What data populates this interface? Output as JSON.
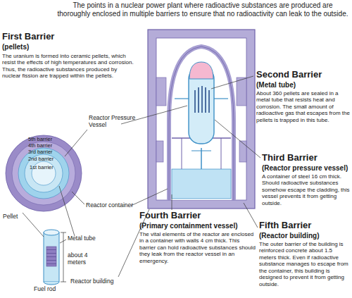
{
  "diagram": {
    "title": "The points in a nuclear power plant where radioactive substances are produced are thoroughly enclosed in multiple barriers to ensure that no radioactivity can leak to the outside.",
    "labels": [
      "First Barrier",
      "(pellets)",
      "The uranium is formed into ceramic pellets, which resist the effects of high temperatures and corrosion. Thus, the radioactive substances produced by nuclear fission are trapped within the pellets.",
      "Second Barrier",
      "(Metal tube)",
      "About 360 pellets are sealed in a metal tube that resists heat and corrosion. The small amount of radioactive gas that escapes from the pellets is trapped in this tube.",
      "Third Barrier",
      "(Reactor pressure vessel)",
      "A container of steel 16 cm thick. Should radioactive substances somehow escape the cladding, this vessel prevents it from getting outside.",
      "Fourth Barrier",
      "(Primary containment vessel)",
      "The vital elements of the reactor are enclosed in a container with walls 4 cm thick. This barrier can hold radioactive substances should they leak from the reactor vessel in an emergency.",
      "Fifth Barrier",
      "(Reactor building)",
      "The outer barrier of the building is reinforced concrete about 1.5 meters thick. Even if radioactive substance manages to escape from the container, this building is designed to prevent it from getting outside.",
      "5th barrier",
      "4th barrier",
      "3rd barrier",
      "2nd barrier",
      "1st barrier",
      "Pellet",
      "Reactor Pressure Vessel",
      "Reactor container",
      "Metal tube",
      "about 4 meters",
      "Fuel rod",
      "Reactor building"
    ]
  }
}
